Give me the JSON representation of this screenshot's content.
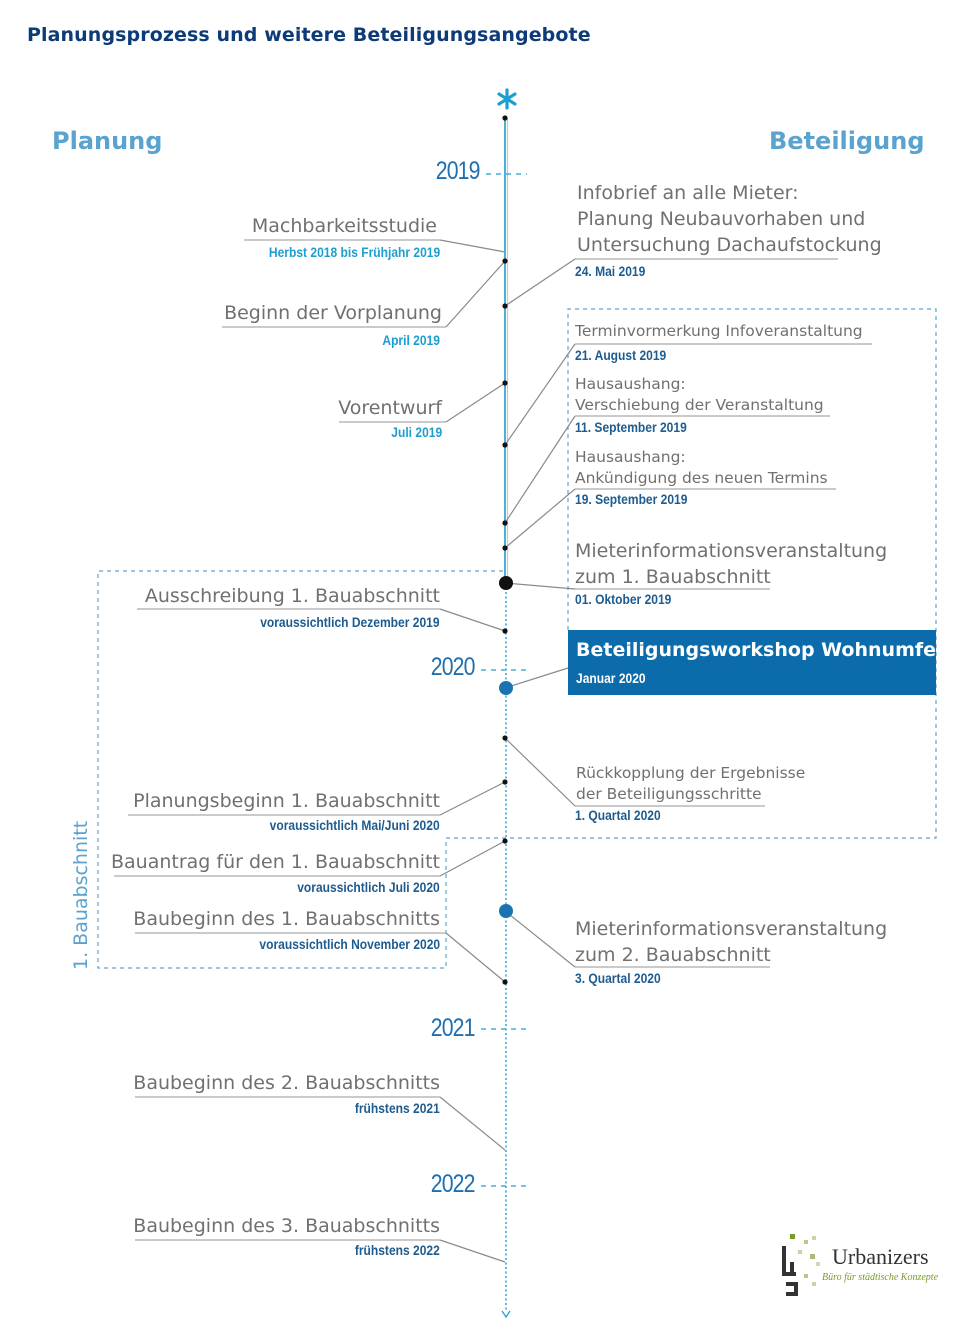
{
  "title": "Planungsprozess und weitere Beteiligungsangebote",
  "columns": {
    "left": "Planung",
    "right": "Beteiligung"
  },
  "years": [
    "2019",
    "2020",
    "2021",
    "2022"
  ],
  "planning": [
    {
      "label": "Machbarkeitsstudie",
      "date": "Herbst 2018 bis Frühjahr 2019"
    },
    {
      "label": "Beginn der Vorplanung",
      "date": "April 2019"
    },
    {
      "label": "Vorentwurf",
      "date": "Juli 2019"
    },
    {
      "label": "Ausschreibung  1. Bauabschnitt",
      "date": "voraussichtlich Dezember 2019"
    },
    {
      "label": "Planungsbeginn 1. Bauabschnitt",
      "date": "voraussichtlich Mai/Juni 2020"
    },
    {
      "label": "Bauantrag für den 1. Bauabschnitt",
      "date": "voraussichtlich Juli 2020"
    },
    {
      "label": "Baubeginn des 1. Bauabschnitts",
      "date": "voraussichtlich November 2020"
    },
    {
      "label": "Baubeginn des 2. Bauabschnitts",
      "date": "frühstens 2021"
    },
    {
      "label": "Baubeginn des 3. Bauabschnitts",
      "date": "frühstens 2022"
    }
  ],
  "participation": [
    {
      "lines": [
        "Infobrief an alle Mieter:",
        "Planung Neubauvorhaben und",
        "Untersuchung Dachaufstockung"
      ],
      "date": "24. Mai 2019"
    },
    {
      "lines": [
        "Terminvormerkung Infoveranstaltung"
      ],
      "date": "21. August 2019"
    },
    {
      "lines": [
        "Hausaushang:",
        "Verschiebung der Veranstaltung"
      ],
      "date": "11. September 2019"
    },
    {
      "lines": [
        "Hausaushang:",
        "Ankündigung des neuen Termins"
      ],
      "date": "19. September 2019"
    },
    {
      "lines": [
        "Mieterinformationsveranstaltung",
        "zum 1. Bauabschnitt"
      ],
      "date": "01. Oktober 2019"
    },
    {
      "lines": [
        "Beteiligungsworkshop Wohnumfeld"
      ],
      "date": "Januar 2020",
      "highlight": true
    },
    {
      "lines": [
        "Rückkopplung der Ergebnisse",
        "der Beteiligungsschritte"
      ],
      "date": "1. Quartal 2020"
    },
    {
      "lines": [
        "Mieterinformationsveranstaltung",
        "zum 2. Bauabschnitt"
      ],
      "date": "3. Quartal 2020"
    }
  ],
  "phase_label": "1. Bauabschnitt",
  "logo": {
    "name": "Urbanizers",
    "tagline": "Büro für städtische Konzepte"
  },
  "colors": {
    "dark_blue": "#0d3b78",
    "light_blue": "#5aa3cf",
    "accent": "#0c6bab",
    "cyan": "#1a9fd0",
    "grey": "#707070"
  }
}
